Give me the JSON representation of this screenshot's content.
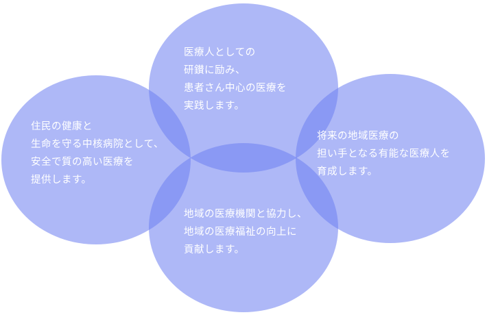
{
  "circles": {
    "fill_color": "#6E80F0",
    "text_color": "#FFFFFF",
    "top": {
      "lines": [
        "医療人としての",
        "研鑚に励み、",
        "患者さん中心の医療を",
        "実践します。"
      ]
    },
    "left": {
      "lines": [
        "住民の健康と",
        "生命を守る中核病院として、",
        "安全で質の高い医療を",
        "提供します。"
      ]
    },
    "right": {
      "lines": [
        "将来の地域医療の",
        "担い手となる有能な医療人を",
        "育成します。"
      ]
    },
    "bottom": {
      "lines": [
        "地域の医療機関と協力し、",
        "地域の医療福祉の向上に",
        "貢献します。"
      ]
    }
  }
}
